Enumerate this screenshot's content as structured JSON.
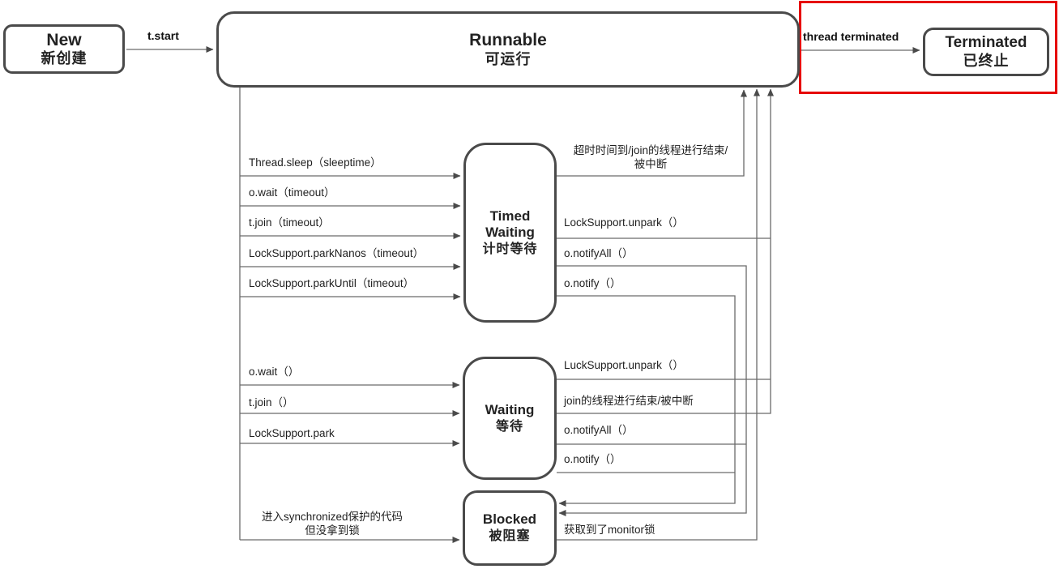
{
  "colors": {
    "accent_red": "#e60000",
    "box_border": "#4a4a4a",
    "line": "#666666"
  },
  "states": {
    "new": {
      "title": "New",
      "subtitle": "新创建"
    },
    "runnable": {
      "title": "Runnable",
      "subtitle": "可运行"
    },
    "terminated": {
      "title": "Terminated",
      "subtitle": "已终止"
    },
    "timed_waiting": {
      "title_line1": "Timed",
      "title_line2": "Waiting",
      "subtitle": "计时等待"
    },
    "waiting": {
      "title": "Waiting",
      "subtitle": "等待"
    },
    "blocked": {
      "title": "Blocked",
      "subtitle": "被阻塞"
    }
  },
  "edges": {
    "t_start": "t.start",
    "thread_terminated": "thread terminated",
    "runnable_to_timed_waiting": {
      "thread_sleep": "Thread.sleep（sleeptime）",
      "o_wait_timeout": "o.wait（timeout）",
      "t_join_timeout": "t.join（timeout）",
      "park_nanos": "LockSupport.parkNanos（timeout）",
      "park_until": "LockSupport.parkUntil（timeout）"
    },
    "timed_waiting_to_runnable": {
      "timeout_line1": "超时时间到/join的线程进行结束/",
      "timeout_line2": "被中断",
      "unpark": "LockSupport.unpark（）",
      "notify_all": "o.notifyAll（）",
      "notify": "o.notify（）"
    },
    "runnable_to_waiting": {
      "o_wait": "o.wait（）",
      "t_join": "t.join（）",
      "park": "LockSupport.park"
    },
    "waiting_to_runnable": {
      "unpark": "LuckSupport.unpark（）",
      "join_end": "join的线程进行结束/被中断",
      "notify_all": "o.notifyAll（）",
      "notify": "o.notify（）"
    },
    "runnable_to_blocked": {
      "line1": "进入synchronized保护的代码",
      "line2": "但没拿到锁"
    },
    "blocked_to_runnable": "获取到了monitor锁"
  }
}
